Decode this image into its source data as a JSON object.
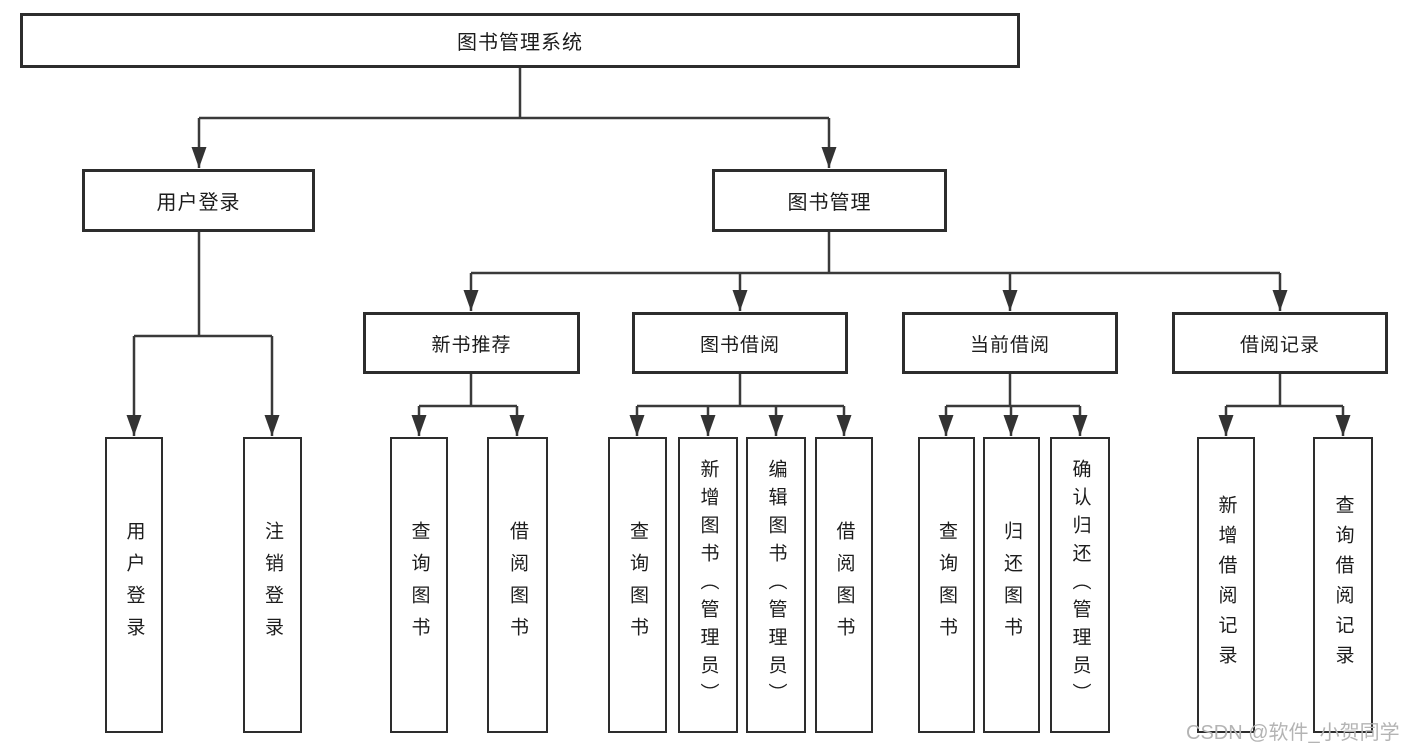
{
  "tree": {
    "root": {
      "label": "图书管理系统"
    },
    "level2": [
      {
        "label": "用户登录"
      },
      {
        "label": "图书管理"
      }
    ],
    "level3": [
      {
        "label": "新书推荐",
        "parent": "图书管理"
      },
      {
        "label": "图书借阅",
        "parent": "图书管理"
      },
      {
        "label": "当前借阅",
        "parent": "图书管理"
      },
      {
        "label": "借阅记录",
        "parent": "图书管理"
      }
    ],
    "leaves": [
      {
        "label": "用户登录",
        "parent": "用户登录"
      },
      {
        "label": "注销登录",
        "parent": "用户登录"
      },
      {
        "label": "查询图书",
        "parent": "新书推荐"
      },
      {
        "label": "借阅图书",
        "parent": "新书推荐"
      },
      {
        "label": "查询图书",
        "parent": "图书借阅"
      },
      {
        "label": "新增图书（管理员）",
        "parent": "图书借阅"
      },
      {
        "label": "编辑图书（管理员）",
        "parent": "图书借阅"
      },
      {
        "label": "借阅图书",
        "parent": "图书借阅"
      },
      {
        "label": "查询图书",
        "parent": "当前借阅"
      },
      {
        "label": "归还图书",
        "parent": "当前借阅"
      },
      {
        "label": "确认归还（管理员）",
        "parent": "当前借阅"
      },
      {
        "label": "新增借阅记录",
        "parent": "借阅记录"
      },
      {
        "label": "查询借阅记录",
        "parent": "借阅记录"
      }
    ]
  },
  "watermark": "CSDN @软件_小贺同学",
  "colors": {
    "line": "#3a3a3a",
    "box_border": "#2d2d2d",
    "text": "#1c1c1c",
    "watermark": "#b4b4b4",
    "background": "#ffffff"
  }
}
